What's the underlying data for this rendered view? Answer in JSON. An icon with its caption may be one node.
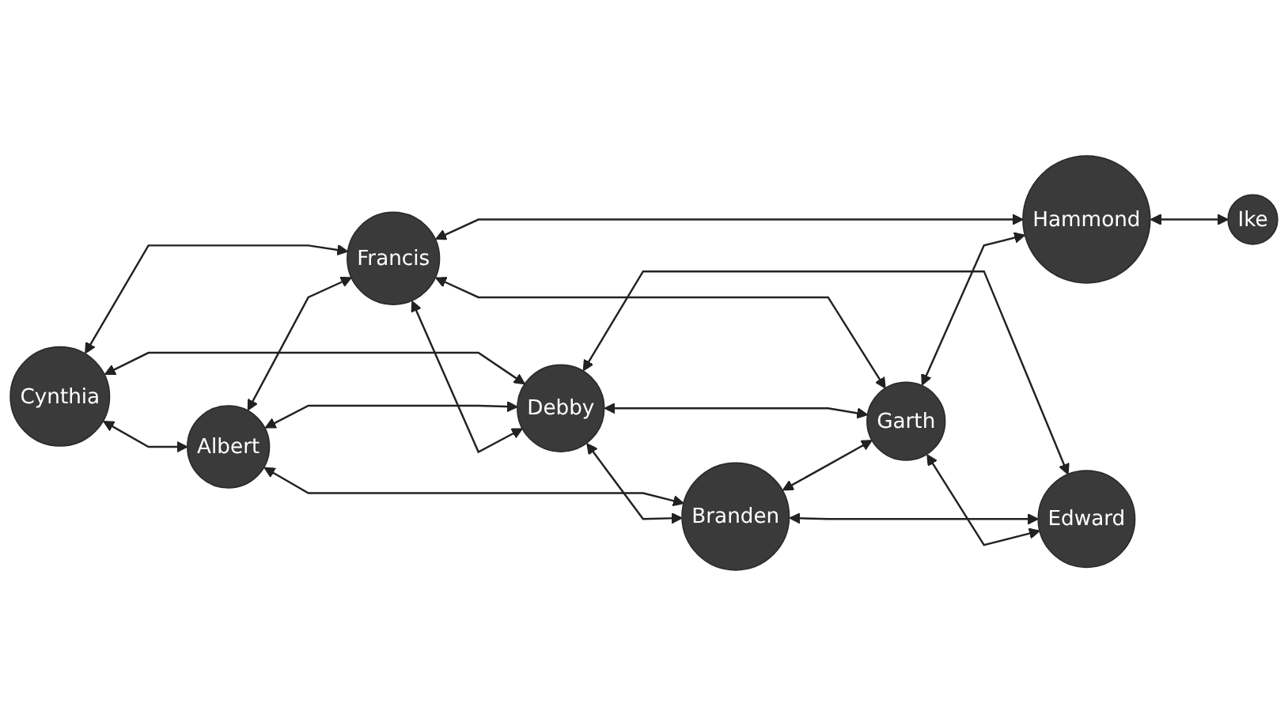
{
  "diagram": {
    "nodes": [
      {
        "text": [
          "Cynthia"
        ]
      },
      {
        "text": [
          "Albert"
        ]
      },
      {
        "text": [
          "Francis"
        ]
      },
      {
        "text": [
          "Debby"
        ]
      },
      {
        "text": [
          "Hammond"
        ]
      },
      {
        "text": [
          "Ike"
        ]
      },
      {
        "text": [
          "Branden"
        ]
      },
      {
        "text": [
          "Garth"
        ]
      },
      {
        "text": [
          "Edward"
        ]
      }
    ],
    "edges": [
      {
        "from": 0,
        "to": 1,
        "arrow": "both"
      },
      {
        "from": 0,
        "to": 3,
        "arrow": "both"
      },
      {
        "from": 0,
        "to": 2,
        "arrow": "both"
      },
      {
        "from": 1,
        "to": 2,
        "arrow": "both"
      },
      {
        "from": 1,
        "to": 3,
        "arrow": "both"
      },
      {
        "from": 1,
        "to": 6,
        "arrow": "both"
      },
      {
        "from": 2,
        "to": 3,
        "arrow": "both"
      },
      {
        "from": 2,
        "to": 7,
        "arrow": "both"
      },
      {
        "from": 2,
        "to": 4,
        "arrow": "both"
      },
      {
        "from": 3,
        "to": 6,
        "arrow": "both"
      },
      {
        "from": 3,
        "to": 7,
        "arrow": "both"
      },
      {
        "from": 3,
        "to": 8,
        "arrow": "both"
      },
      {
        "from": 6,
        "to": 7,
        "arrow": "both"
      },
      {
        "from": 6,
        "to": 8,
        "arrow": "both"
      },
      {
        "from": 7,
        "to": 8,
        "arrow": "both"
      },
      {
        "from": 7,
        "to": 4,
        "arrow": "both"
      },
      {
        "from": 4,
        "to": 5,
        "arrow": "both"
      }
    ]
  }
}
